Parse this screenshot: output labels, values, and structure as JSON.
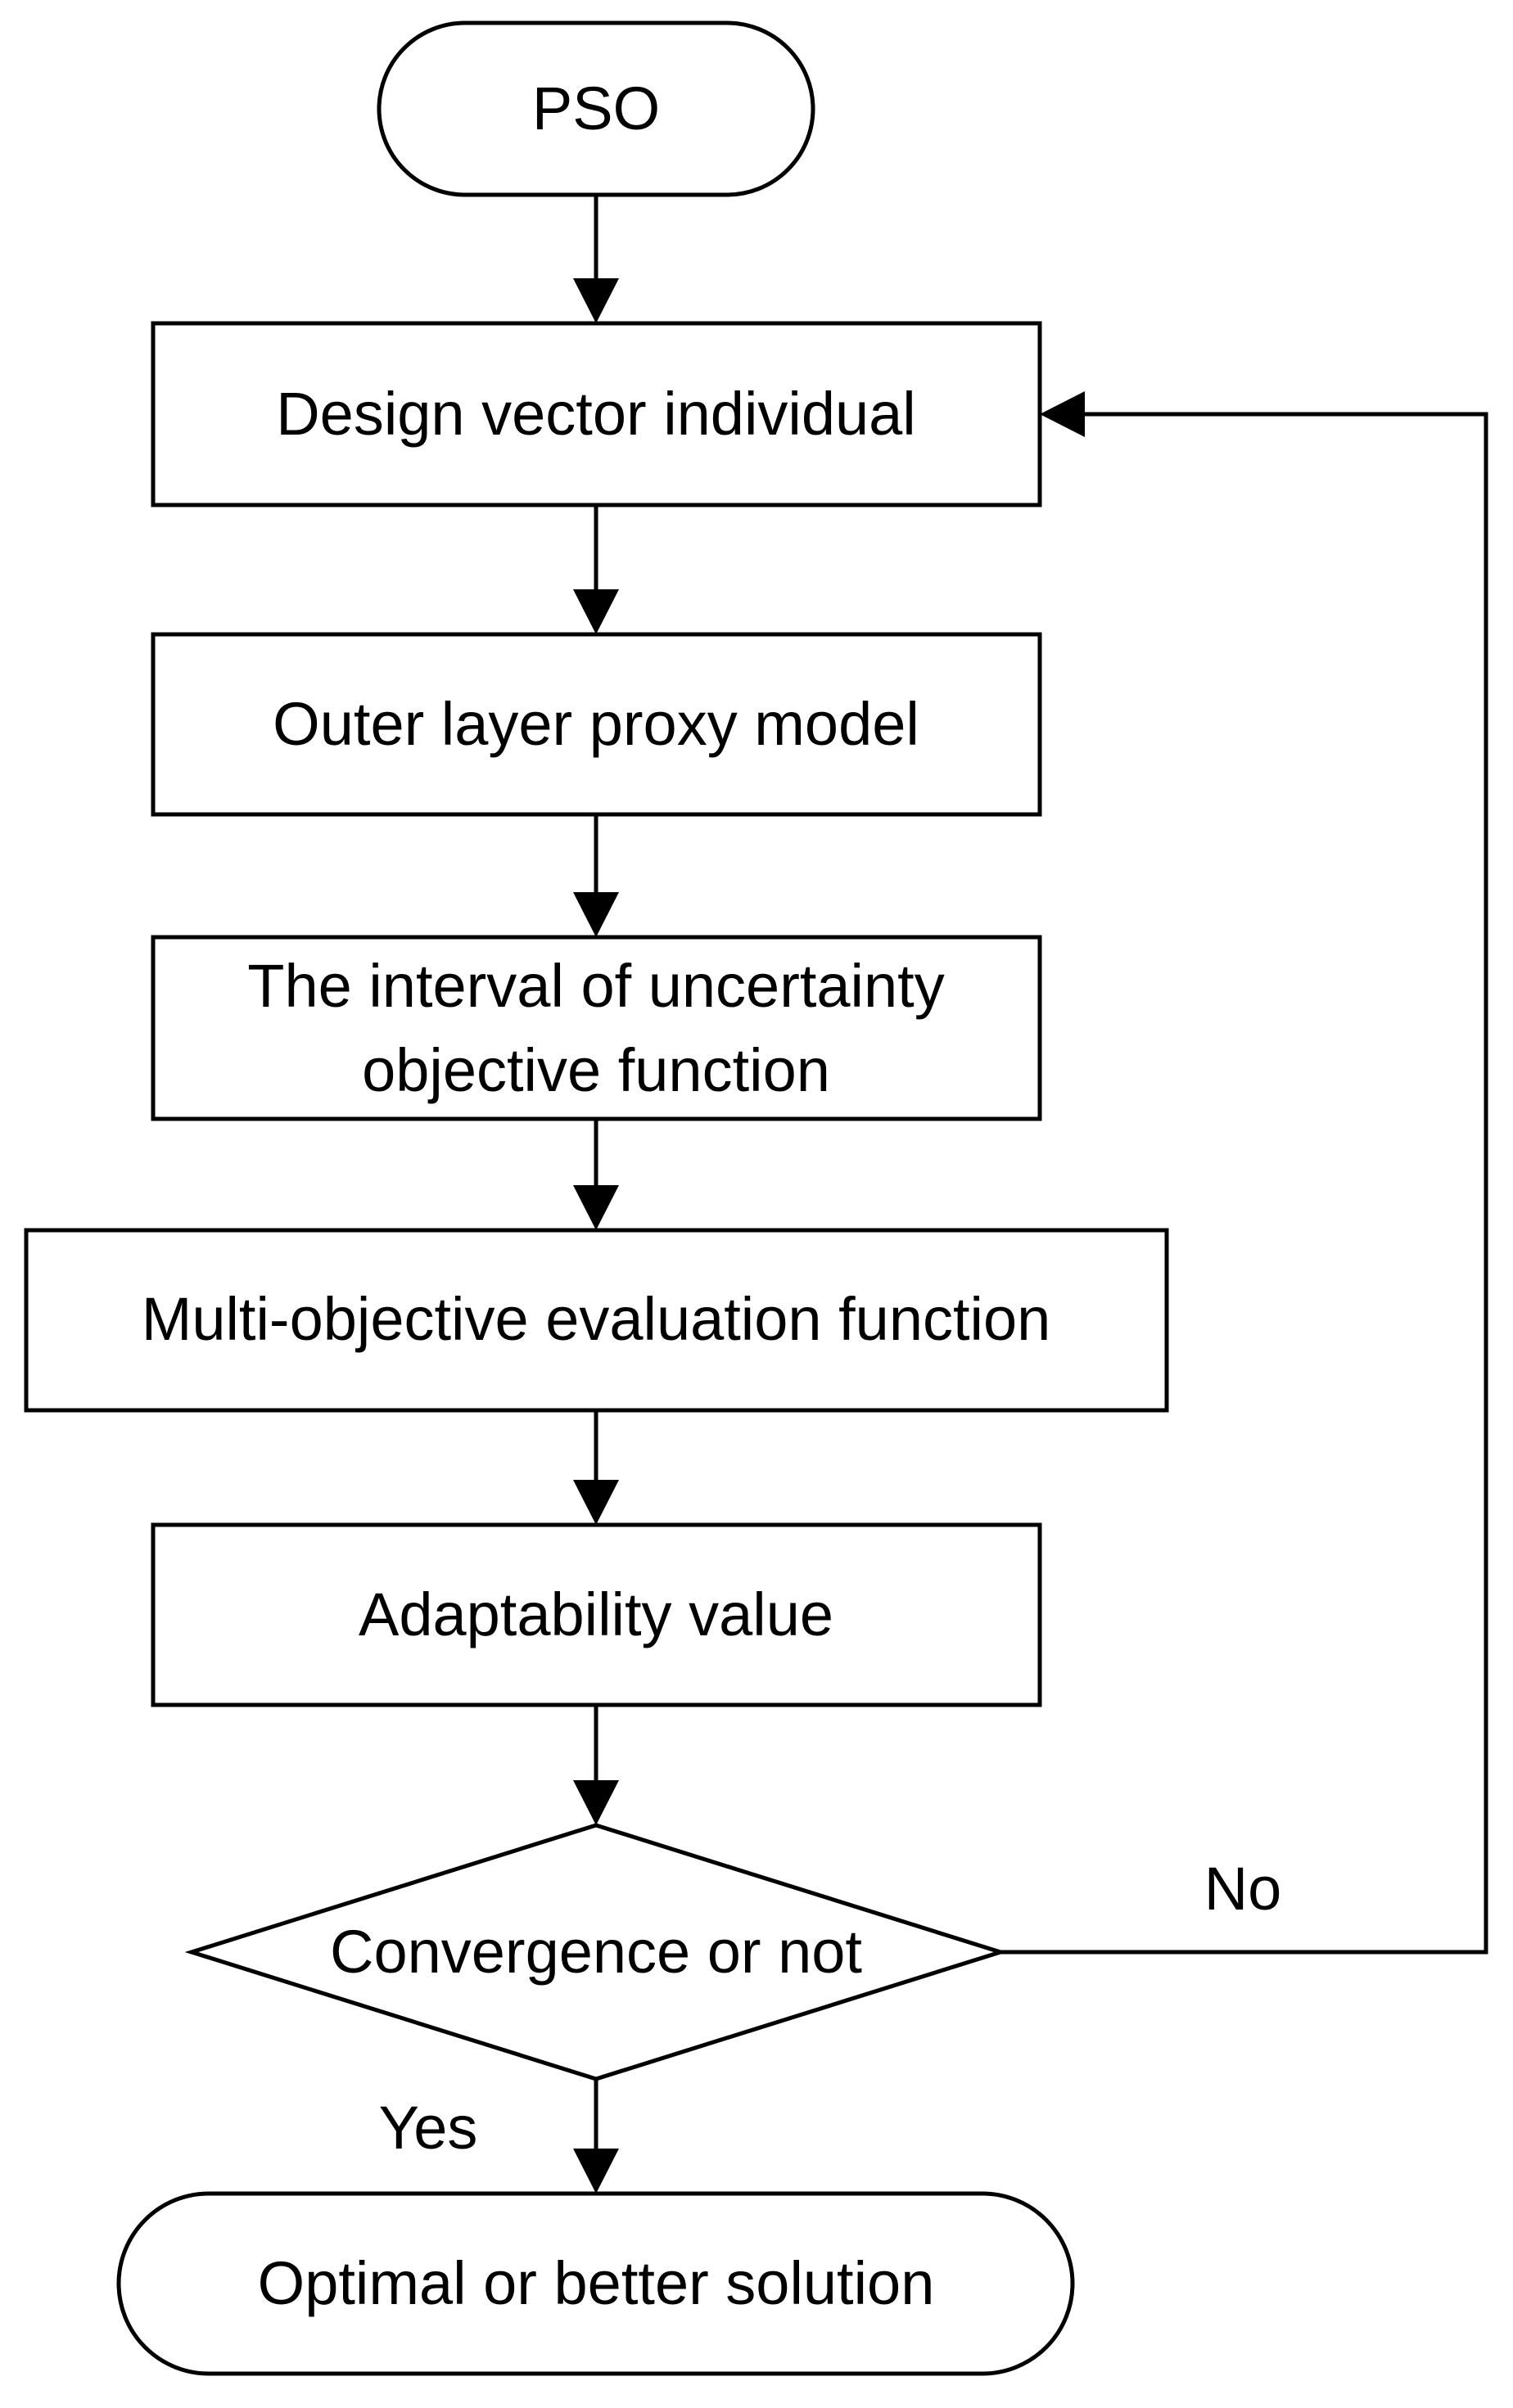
{
  "diagram": {
    "nodes": {
      "start": {
        "label": "PSO"
      },
      "design": {
        "label": "Design vector individual"
      },
      "outer": {
        "label": "Outer layer proxy model"
      },
      "interval": {
        "line1": "The interval of uncertainty",
        "line2": "objective function"
      },
      "multi": {
        "label": "Multi-objective evaluation function"
      },
      "adapt": {
        "label": "Adaptability value"
      },
      "converge": {
        "label": "Convergence or not"
      },
      "end": {
        "label": "Optimal or better solution"
      }
    },
    "edges": {
      "no_label": "No",
      "yes_label": "Yes"
    },
    "colors": {
      "stroke": "#000000",
      "fill": "#ffffff",
      "background": "#ffffff"
    }
  }
}
